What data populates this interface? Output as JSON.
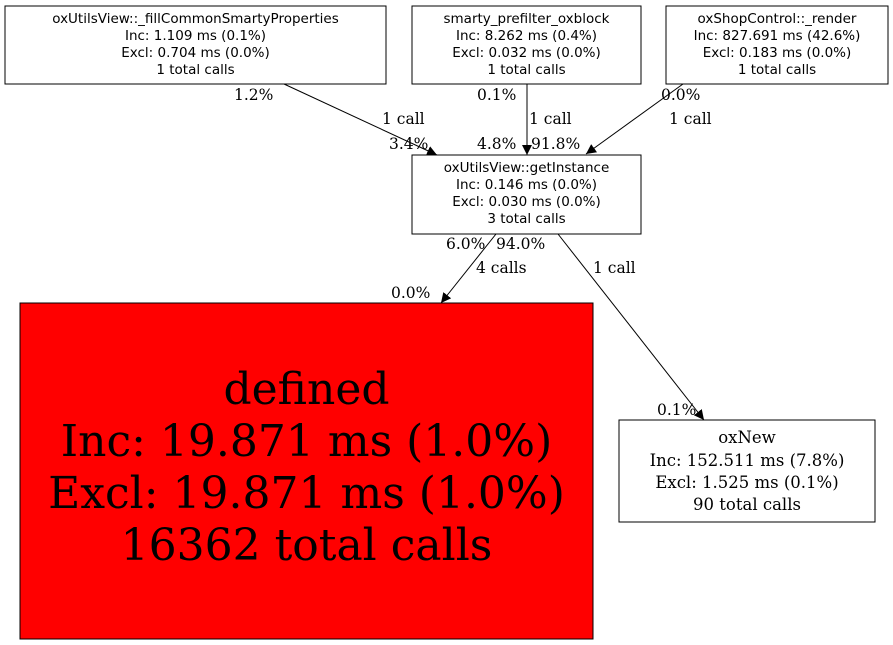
{
  "nodes": {
    "fill_common": {
      "name": "oxUtilsView::_fillCommonSmartyProperties",
      "inc": "Inc: 1.109 ms (0.1%)",
      "excl": "Excl: 0.704 ms (0.0%)",
      "calls": "1 total calls",
      "fill": "#ffffff"
    },
    "smarty_prefilter": {
      "name": "smarty_prefilter_oxblock",
      "inc": "Inc: 8.262 ms (0.4%)",
      "excl": "Excl: 0.032 ms (0.0%)",
      "calls": "1 total calls",
      "fill": "#ffffff"
    },
    "shop_render": {
      "name": "oxShopControl::_render",
      "inc": "Inc: 827.691 ms (42.6%)",
      "excl": "Excl: 0.183 ms (0.0%)",
      "calls": "1 total calls",
      "fill": "#ffffff"
    },
    "get_instance": {
      "name": "oxUtilsView::getInstance",
      "inc": "Inc: 0.146 ms (0.0%)",
      "excl": "Excl: 0.030 ms (0.0%)",
      "calls": "3 total calls",
      "fill": "#ffffff"
    },
    "defined": {
      "name": "defined",
      "inc": "Inc: 19.871 ms (1.0%)",
      "excl": "Excl: 19.871 ms (1.0%)",
      "calls": "16362 total calls",
      "fill": "#ff0000"
    },
    "oxnew": {
      "name": "oxNew",
      "inc": "Inc: 152.511 ms (7.8%)",
      "excl": "Excl: 1.525 ms (0.1%)",
      "calls": "90 total calls",
      "fill": "#ffffff"
    }
  },
  "edges": {
    "fill_to_getinst": {
      "label": "1 call",
      "tail_pct": "1.2%",
      "head_pct": "3.4%"
    },
    "smarty_to_getinst": {
      "label": "1 call",
      "tail_pct": "0.1%",
      "head_pct": "4.8%"
    },
    "render_to_getinst": {
      "label": "1 call",
      "tail_pct": "0.0%",
      "head_pct": "91.8%"
    },
    "getinst_to_defined": {
      "label": "4 calls",
      "tail_pct": "6.0%",
      "head_pct": "0.0%"
    },
    "getinst_to_oxnew": {
      "label": "1 call",
      "tail_pct": "94.0%",
      "head_pct": "0.1%"
    }
  }
}
